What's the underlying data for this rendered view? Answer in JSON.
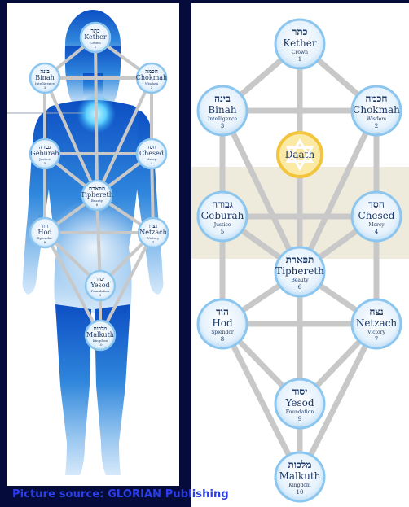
{
  "credit": {
    "label": "Picture source:",
    "source": "GLORIAN Publishing"
  },
  "sephiroth": [
    {
      "key": "kether",
      "hebrew": "כתר",
      "name": "Kether",
      "meaning": "Crown",
      "number": "1"
    },
    {
      "key": "chokmah",
      "hebrew": "חכמה",
      "name": "Chokmah",
      "meaning": "Wisdom",
      "number": "2"
    },
    {
      "key": "binah",
      "hebrew": "בינה",
      "name": "Binah",
      "meaning": "Intelligence",
      "number": "3"
    },
    {
      "key": "chesed",
      "hebrew": "חסד",
      "name": "Chesed",
      "meaning": "Mercy",
      "number": "4"
    },
    {
      "key": "geburah",
      "hebrew": "גבורה",
      "name": "Geburah",
      "meaning": "Justice",
      "number": "5"
    },
    {
      "key": "tiphereth",
      "hebrew": "תפארת",
      "name": "Tiphereth",
      "meaning": "Beauty",
      "number": "6"
    },
    {
      "key": "netzach",
      "hebrew": "נצח",
      "name": "Netzach",
      "meaning": "Victory",
      "number": "7"
    },
    {
      "key": "hod",
      "hebrew": "הוד",
      "name": "Hod",
      "meaning": "Splendor",
      "number": "8"
    },
    {
      "key": "yesod",
      "hebrew": "יסוד",
      "name": "Yesod",
      "meaning": "Foundation",
      "number": "9"
    },
    {
      "key": "malkuth",
      "hebrew": "מלכות",
      "name": "Malkuth",
      "meaning": "Kingdom",
      "number": "10"
    }
  ],
  "daath": {
    "name": "Daath"
  },
  "paths": [
    [
      "kether",
      "chokmah"
    ],
    [
      "kether",
      "binah"
    ],
    [
      "kether",
      "tiphereth"
    ],
    [
      "chokmah",
      "binah"
    ],
    [
      "chokmah",
      "chesed"
    ],
    [
      "chokmah",
      "tiphereth"
    ],
    [
      "binah",
      "geburah"
    ],
    [
      "binah",
      "tiphereth"
    ],
    [
      "chesed",
      "geburah"
    ],
    [
      "chesed",
      "tiphereth"
    ],
    [
      "chesed",
      "netzach"
    ],
    [
      "geburah",
      "tiphereth"
    ],
    [
      "geburah",
      "hod"
    ],
    [
      "tiphereth",
      "netzach"
    ],
    [
      "tiphereth",
      "hod"
    ],
    [
      "tiphereth",
      "yesod"
    ],
    [
      "netzach",
      "hod"
    ],
    [
      "netzach",
      "yesod"
    ],
    [
      "netzach",
      "malkuth"
    ],
    [
      "hod",
      "yesod"
    ],
    [
      "hod",
      "malkuth"
    ],
    [
      "yesod",
      "malkuth"
    ]
  ],
  "colors": {
    "page_background": "#050b3a",
    "path": "#c8c8c8",
    "node_fill": "#e4f1fc",
    "node_ring": "#8cc6ee",
    "node_text": "#1c3866",
    "daath_ring": "#f2c53c",
    "daath_fill": "#fbe9a6",
    "figure_top": "#0f53c8",
    "figure_bottom": "#d2e6fa",
    "heart_glow": "#5fd2ff",
    "credit_text": "#2c3eea"
  }
}
